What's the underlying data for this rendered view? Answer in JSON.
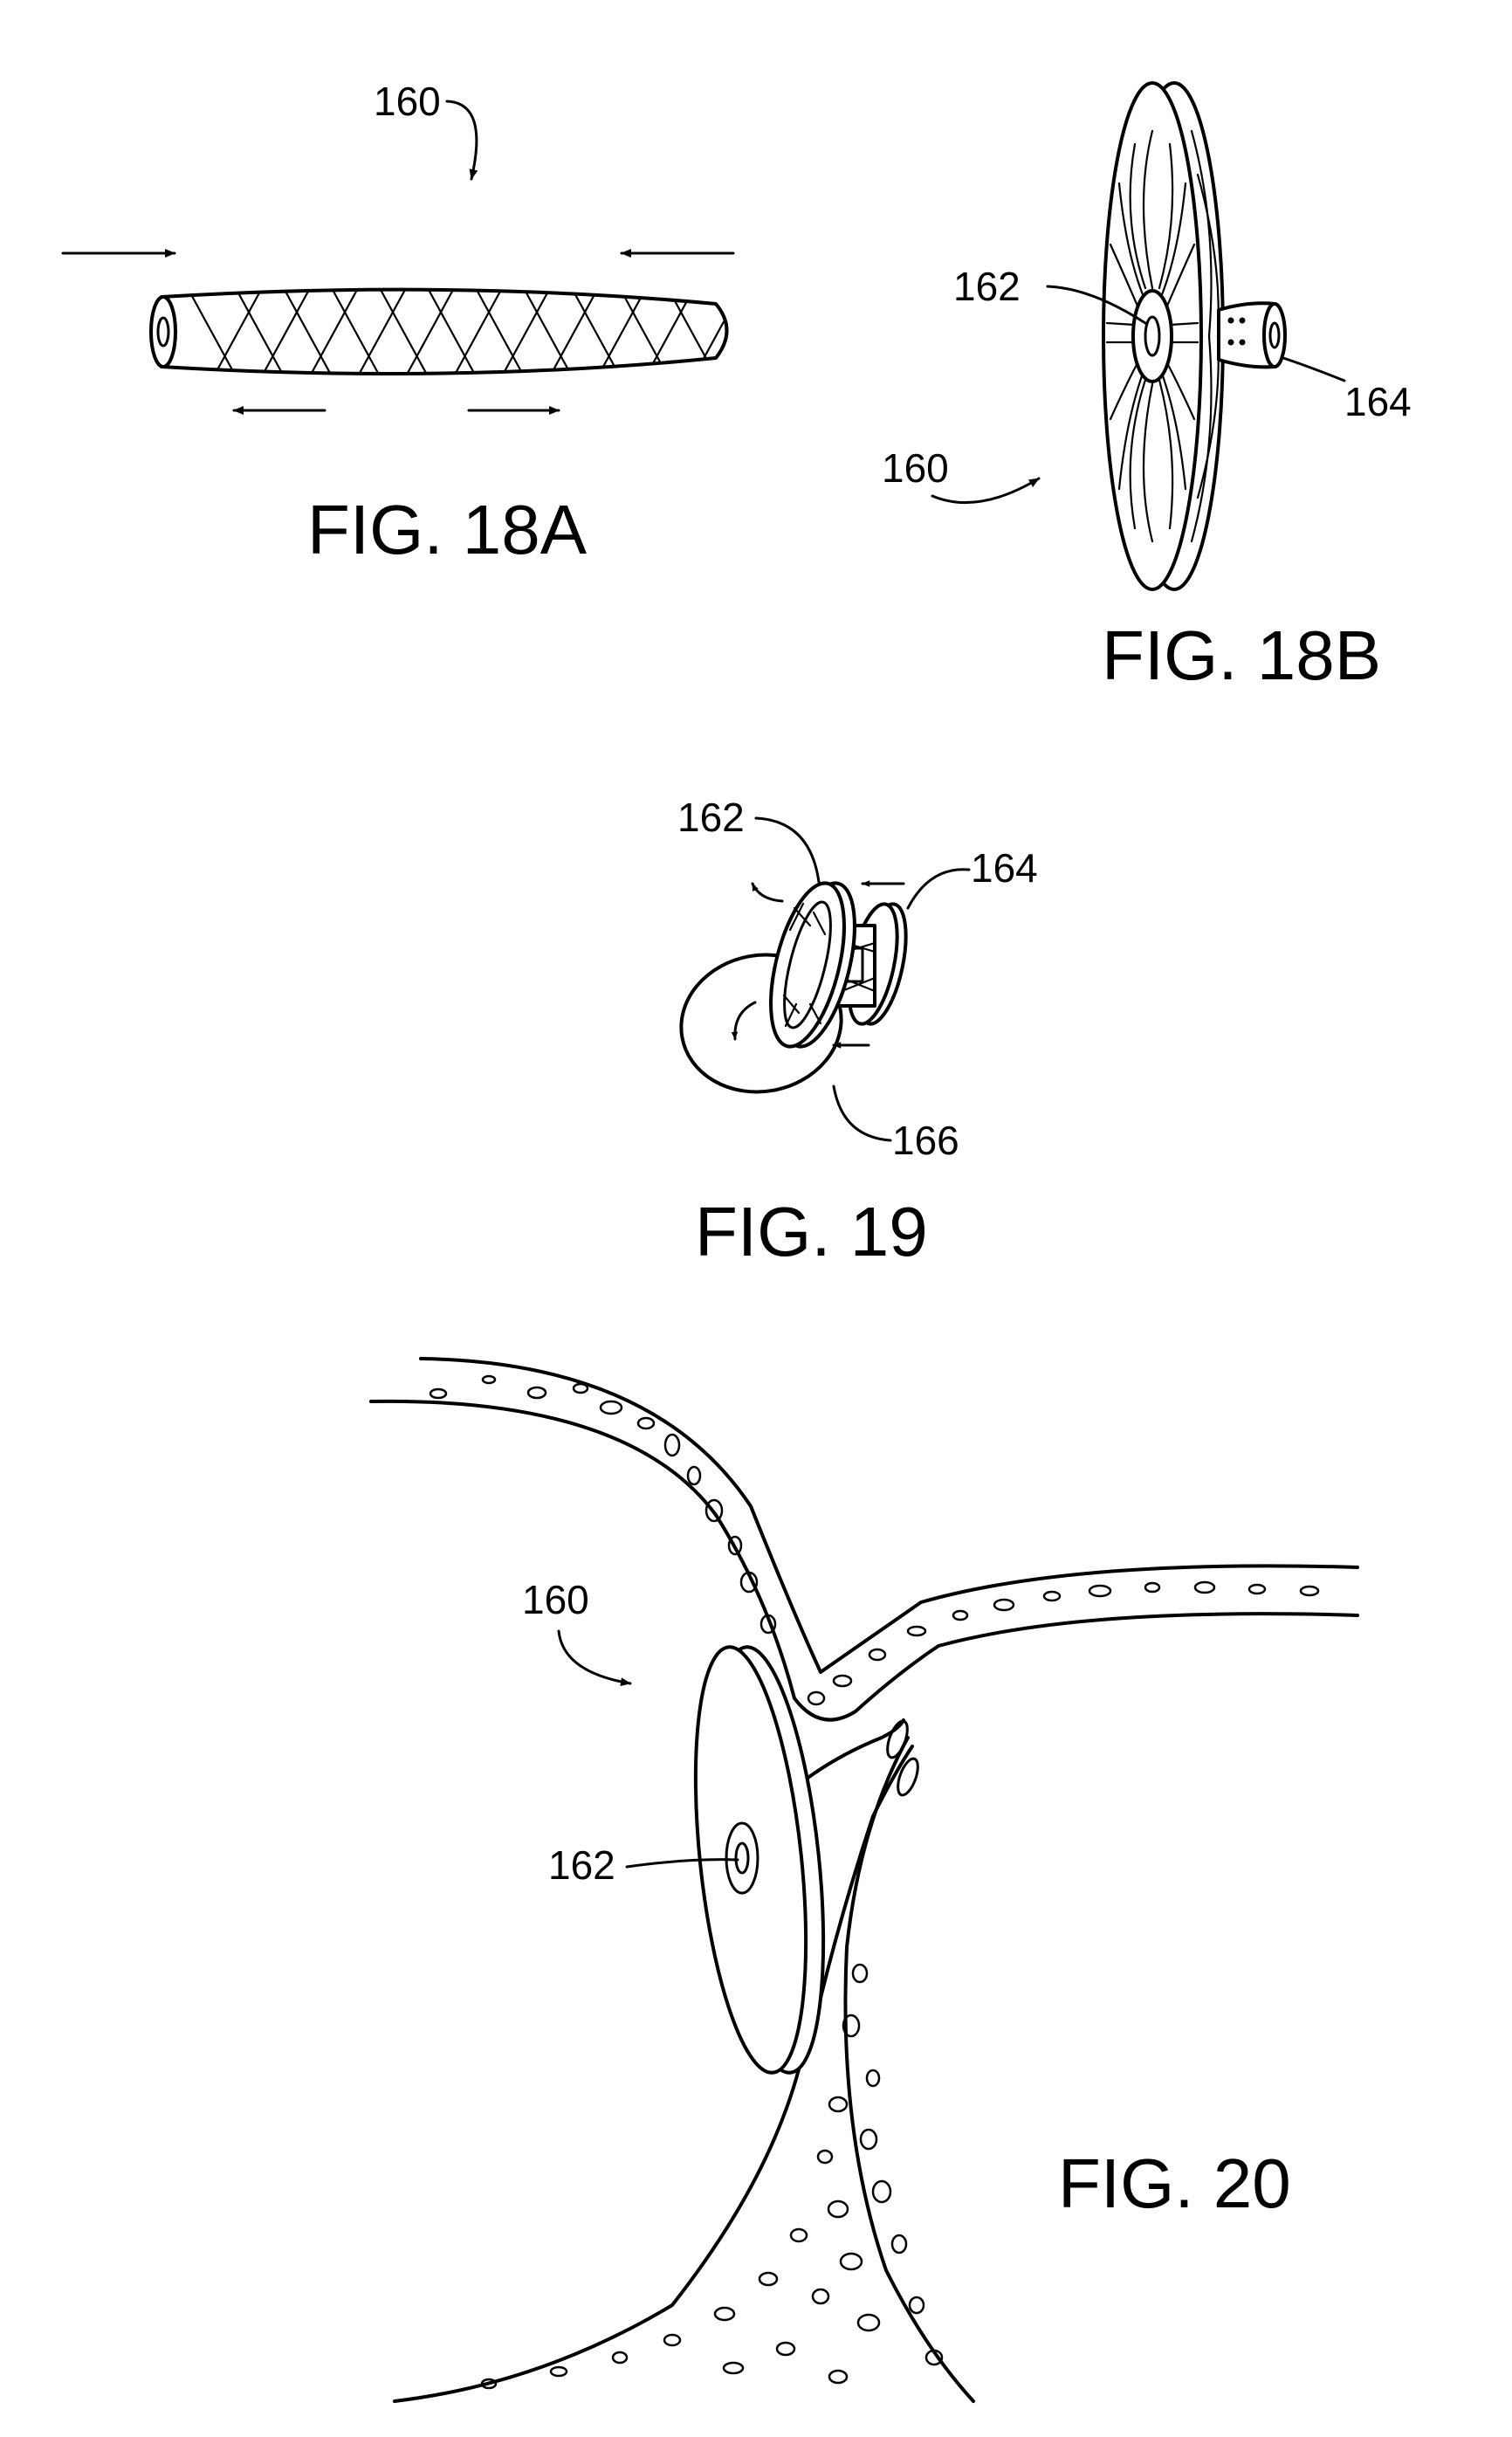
{
  "figures": {
    "fig18a": {
      "caption": "FIG. 18A",
      "refs": {
        "device": "160"
      }
    },
    "fig18b": {
      "caption": "FIG. 18B",
      "refs": {
        "device": "160",
        "first_flange": "162",
        "second_flange": "164"
      }
    },
    "fig19": {
      "caption": "FIG. 19",
      "refs": {
        "first_flange": "162",
        "second_flange": "164",
        "tissue_region": "166"
      }
    },
    "fig20": {
      "caption": "FIG. 20",
      "refs": {
        "device": "160",
        "first_flange": "162"
      }
    }
  },
  "colors": {
    "ink": "#000000",
    "paper": "#ffffff"
  }
}
